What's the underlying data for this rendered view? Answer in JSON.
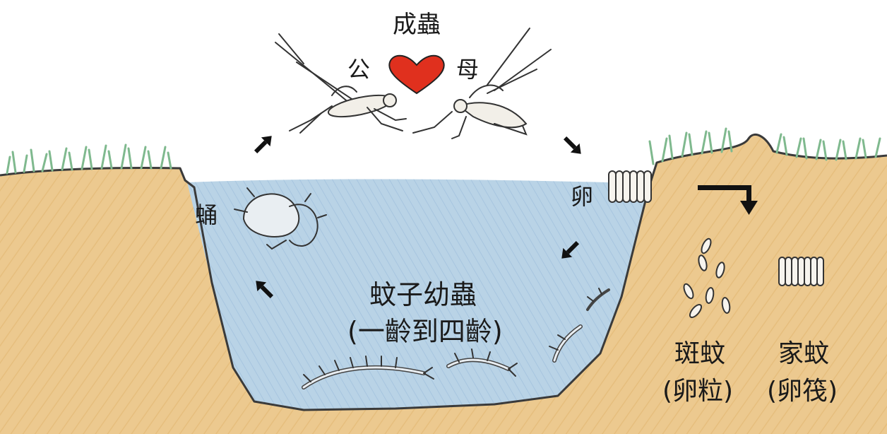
{
  "diagram": {
    "title": "成蟲",
    "male_label": "公",
    "female_label": "母",
    "egg_label": "卵",
    "pupa_label": "蛹",
    "larva_label": "蚊子幼蟲",
    "larva_instar_label": "(一齡到四齡)",
    "aedes_label": "斑蚊",
    "aedes_egg_label": "(卵粒)",
    "culex_label": "家蚊",
    "culex_egg_label": "(卵筏)"
  },
  "colors": {
    "soil": "#ecc98f",
    "water": "#b9d3e6",
    "grass": "#7fb98e",
    "heart": "#e0301e",
    "ink": "#1a1a1a"
  },
  "icons": [
    "heart-icon",
    "arrow-icon",
    "mosquito-icon",
    "pupa-icon",
    "larva-icon",
    "egg-raft-icon",
    "egg-icon"
  ]
}
